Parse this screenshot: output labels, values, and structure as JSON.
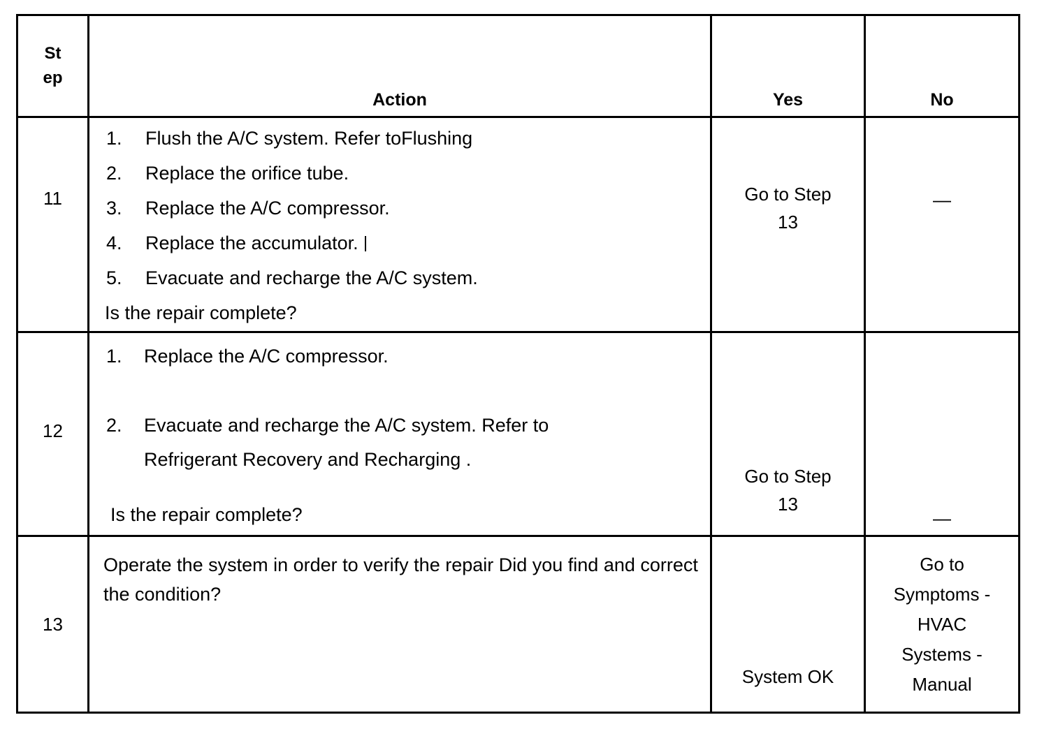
{
  "table": {
    "headers": {
      "step_line1": "St",
      "step_line2": "ep",
      "action": "Action",
      "yes": "Yes",
      "no": "No"
    },
    "rows": [
      {
        "step": "11",
        "action": {
          "type": "ordered-list",
          "items": [
            {
              "num": "1.",
              "text": "Flush the A/C system.  Refer toFlushing"
            },
            {
              "num": "2.",
              "text": "Replace the orifice tube."
            },
            {
              "num": "3.",
              "text": "Replace the A/C compressor."
            },
            {
              "num": "4.",
              "text": "Replace the accumulator."
            },
            {
              "num": "5.",
              "text": "Evacuate and recharge the A/C system."
            }
          ],
          "question": "Is the repair complete?"
        },
        "yes_line1": "Go to Step",
        "yes_line2": "13",
        "no": "—"
      },
      {
        "step": "12",
        "action": {
          "type": "ordered-list",
          "items": [
            {
              "num": "1.",
              "text": "Replace the A/C compressor."
            },
            {
              "num": "2.",
              "text": "Evacuate and recharge the A/C system. Refer to",
              "continuation": "Refrigerant Recovery and Recharging ."
            }
          ],
          "question": "Is the repair complete?"
        },
        "yes_line1": "Go to Step",
        "yes_line2": "13",
        "no": "—"
      },
      {
        "step": "13",
        "action": {
          "type": "paragraph",
          "text": "Operate the system in order to verify the repair Did you find and correct the condition?"
        },
        "yes_line1": "System OK",
        "yes_line2": "",
        "no_lines": [
          "Go to",
          "Symptoms -",
          "HVAC",
          "Systems -",
          "Manual"
        ]
      }
    ]
  }
}
